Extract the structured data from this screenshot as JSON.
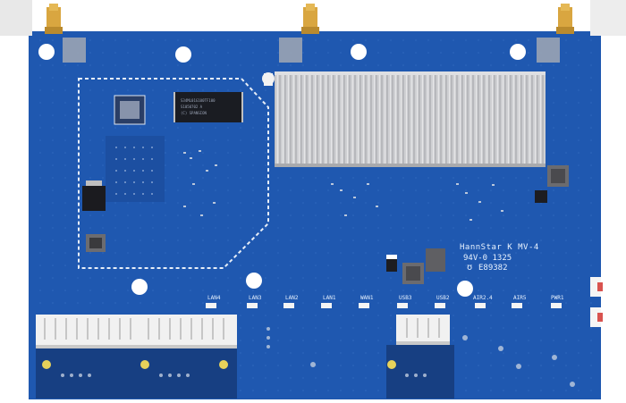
{
  "board": {
    "silkscreen": {
      "manufacturer": "HannStar K MV-4",
      "rating": "94V-0 1325",
      "ul_file": "E89382"
    },
    "led_labels": [
      "LAN4",
      "LAN3",
      "LAN2",
      "LAN1",
      "WAN1",
      "USB3",
      "USB2",
      "AIR2.4",
      "AIR5",
      "PWR1"
    ],
    "chip_text": [
      "S34ML01G100TF100",
      "S1050702 A",
      "(C) SPANSION"
    ]
  },
  "colors": {
    "pcb": "#1f58b0",
    "pcb_dark": "#174a99",
    "heatsink": "#c9c9cb",
    "silkscreen": "#e9f3ff",
    "connector": "#f1f1f1",
    "led": "#f4f4f4",
    "gold": "#d9a640"
  }
}
